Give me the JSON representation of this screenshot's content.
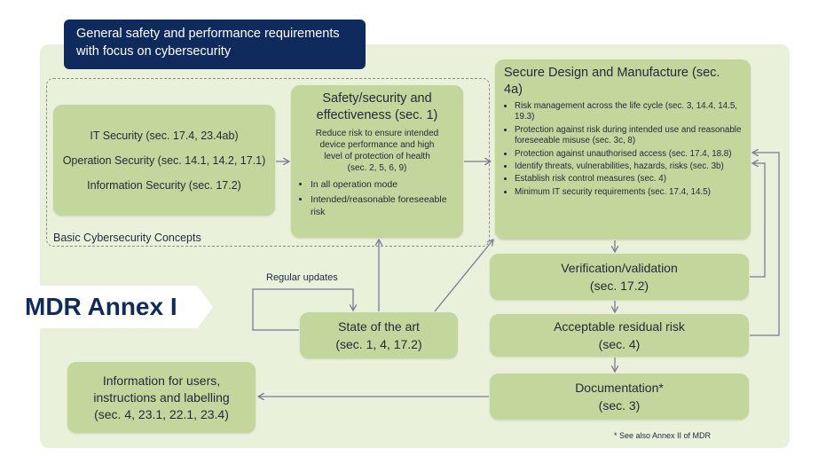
{
  "header": {
    "line1": "General safety and performance requirements",
    "line2": "with focus on cybersecurity"
  },
  "region_label": "Basic Cybersecurity Concepts",
  "concepts": [
    "IT Security (sec. 17.4, 23.4ab)",
    "Operation Security (sec. 14.1, 14.2, 17.1)",
    "Information Security (sec. 17.2)"
  ],
  "safety": {
    "title_line1": "Safety/security and",
    "title_line2": "effectiveness (sec. 1)",
    "desc_line1": "Reduce risk to ensure intended",
    "desc_line2": "device performance and high",
    "desc_line3": "level of protection of health",
    "desc_line4": "(sec. 2, 5, 6, 9)",
    "bullets": [
      "In all operation mode",
      "Intended/reasonable foreseeable risk"
    ]
  },
  "secure": {
    "title": "Secure Design and Manufacture (sec. 4a)",
    "bullets": [
      "Risk management across the life cycle (sec. 3, 14.4, 14.5, 19.3)",
      "Protection against risk during intended use and reasonable foreseeable misuse (sec. 3c, 8)",
      "Protection against unauthorised access (sec. 17.4, 18.8)",
      "Identify threats, vulnerabilities, hazards, risks (sec. 3b)",
      "Establish risk control measures (sec. 4)",
      "Minimum IT security requirements (sec. 17.4, 14.5)"
    ]
  },
  "verification": {
    "line1": "Verification/validation",
    "line2": "(sec. 17.2)"
  },
  "residual": {
    "line1": "Acceptable residual risk",
    "line2": "(sec. 4)"
  },
  "documentation": {
    "line1": "Documentation*",
    "line2": "(sec. 3)"
  },
  "state": {
    "line1": "State of the art",
    "line2": "(sec. 1, 4, 17.2)"
  },
  "regular_updates": "Regular updates",
  "info": {
    "line1": "Information for users,",
    "line2": "instructions and  labelling",
    "line3": "(sec. 4, 23.1, 22.1, 23.4)"
  },
  "mdr_label": "MDR Annex I",
  "footnote": "* See also Annex II of MDR",
  "colors": {
    "box": "#c3d69b",
    "panel": "#eaf1db",
    "banner": "#0f2a5c",
    "arrow": "#7a7a92"
  }
}
